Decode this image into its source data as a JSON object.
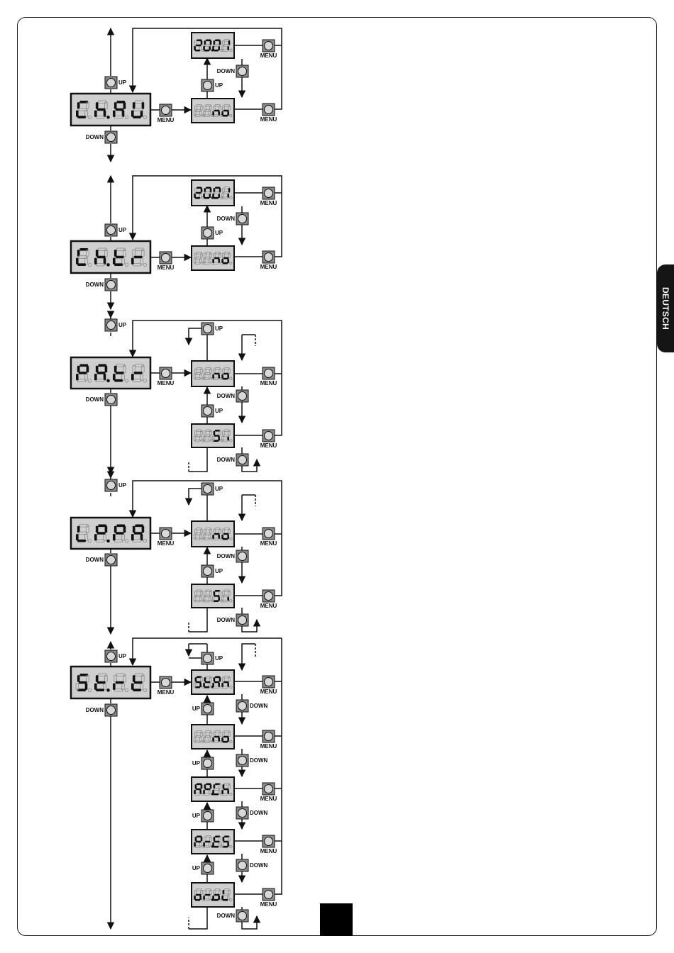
{
  "buttons": {
    "up": "UP",
    "down": "DOWN",
    "menu": "MENU"
  },
  "side_tab": {
    "label": "DEUTSCH"
  },
  "blocks": [
    {
      "id": "chau",
      "main_display": "Ch.AU",
      "options": [
        "20.01",
        "...no"
      ],
      "type": "value"
    },
    {
      "id": "chtr",
      "main_display": "Ch.tr",
      "options": [
        "20.01",
        "...no"
      ],
      "type": "value"
    },
    {
      "id": "patr",
      "main_display": "PA.tr",
      "options": [
        "...no",
        "...Si"
      ],
      "type": "toggle"
    },
    {
      "id": "lppa",
      "main_display": "LP.PA",
      "options": [
        "...no",
        "...Si"
      ],
      "type": "toggle"
    },
    {
      "id": "strt",
      "main_display": "St.rt",
      "options": [
        "St.An",
        "...no",
        "AP.Ch",
        "Pr.ES",
        "or.oL"
      ],
      "type": "list"
    }
  ]
}
